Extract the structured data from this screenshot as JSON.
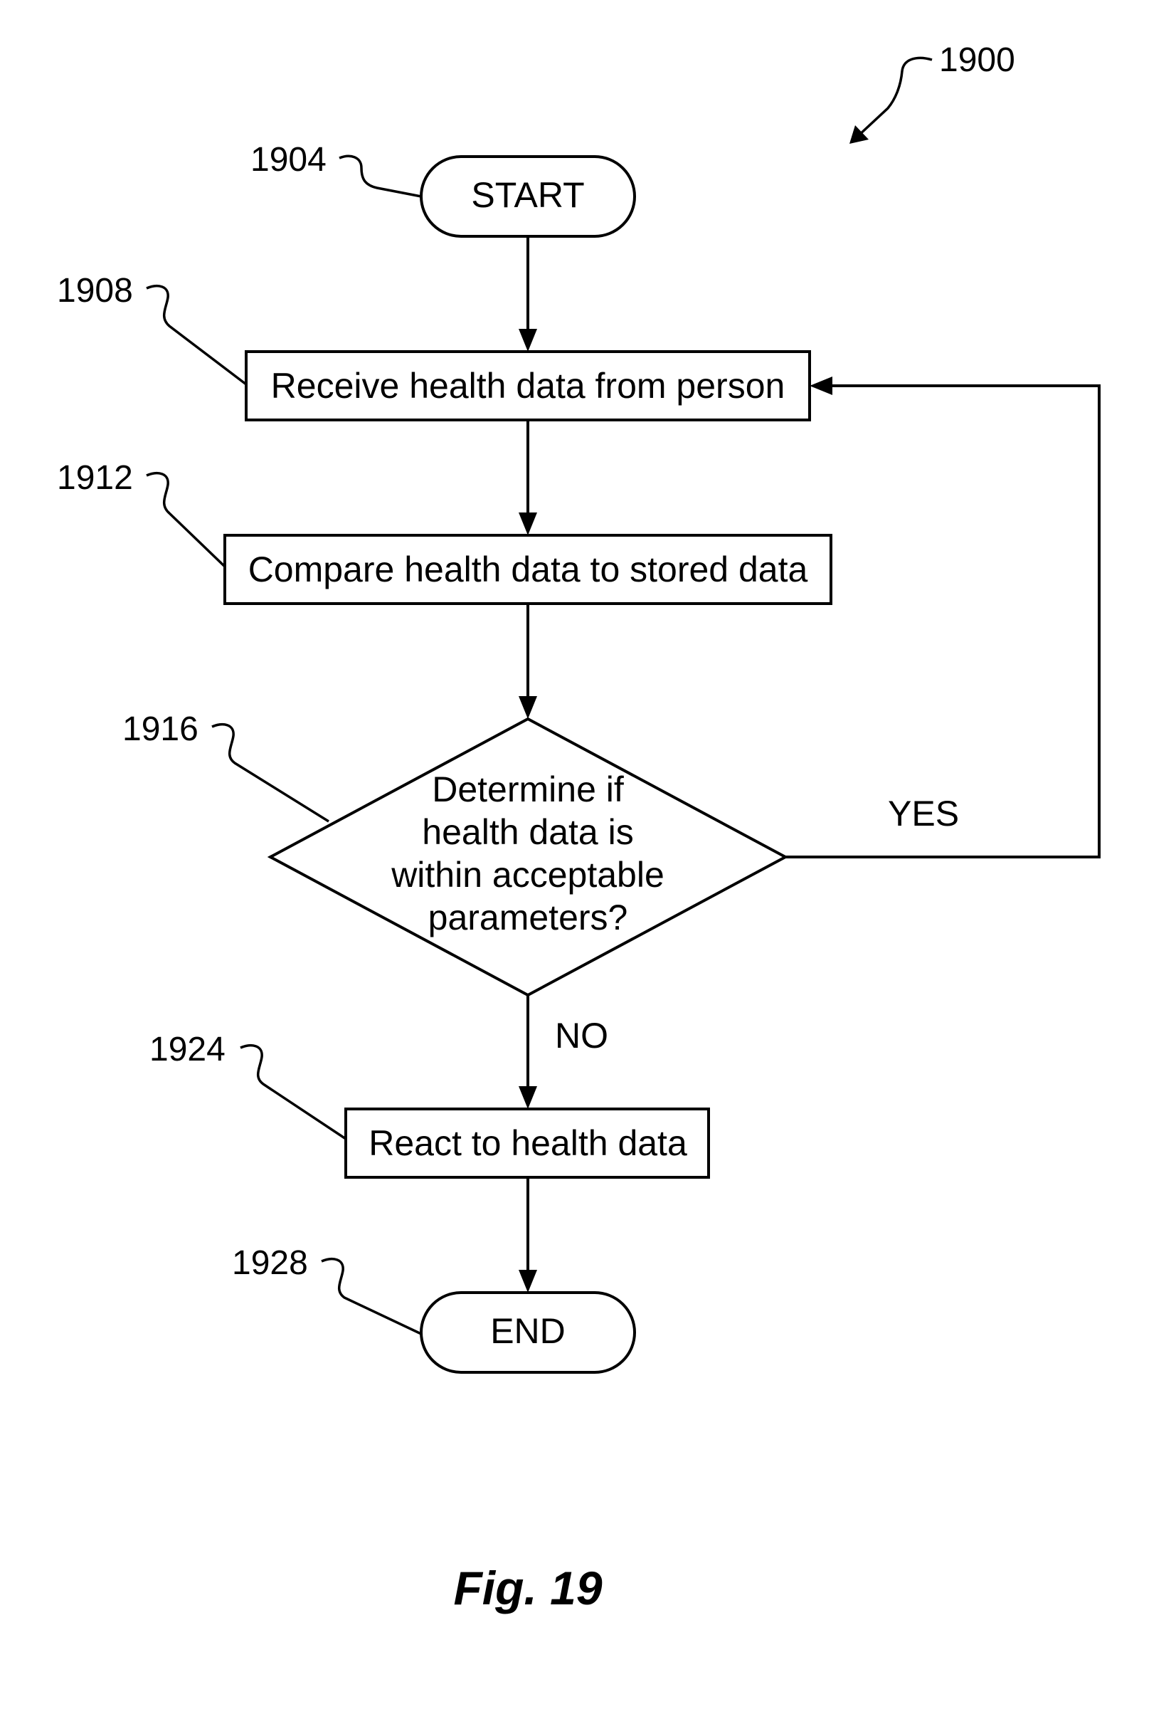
{
  "figure": {
    "label": "Fig. 19",
    "reference": "1900"
  },
  "nodes": {
    "start": {
      "label": "START",
      "ref": "1904"
    },
    "receive": {
      "label": "Receive health data from person",
      "ref": "1908"
    },
    "compare": {
      "label": "Compare health data to stored data",
      "ref": "1912"
    },
    "decision": {
      "lines": [
        "Determine if",
        "health data is",
        "within acceptable",
        "parameters?"
      ],
      "ref": "1916"
    },
    "react": {
      "label": "React to health data",
      "ref": "1924"
    },
    "end": {
      "label": "END",
      "ref": "1928"
    }
  },
  "branches": {
    "yes": "YES",
    "no": "NO"
  }
}
